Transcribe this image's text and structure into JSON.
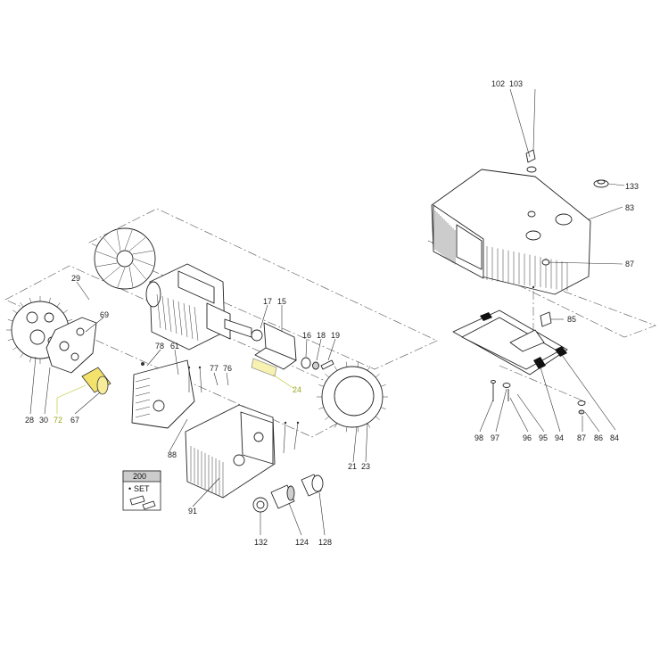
{
  "diagram": {
    "callouts": {
      "c102": "102",
      "c103": "103",
      "c133": "133",
      "c83": "83",
      "c87a": "87",
      "c85": "85",
      "c84": "84",
      "c86": "86",
      "c87b": "87",
      "c94": "94",
      "c95": "95",
      "c96": "96",
      "c97": "97",
      "c98": "98",
      "c29": "29",
      "c69": "69",
      "c17": "17",
      "c15": "15",
      "c16": "16",
      "c18": "18",
      "c19": "19",
      "c24": "24",
      "c78": "78",
      "c61": "61",
      "c77": "77",
      "c76": "76",
      "c28": "28",
      "c30": "30",
      "c72": "72",
      "c67": "67",
      "c88": "88",
      "c91": "91",
      "c21": "21",
      "c23": "23",
      "c132": "132",
      "c124": "124",
      "c128": "128"
    },
    "kit_box": {
      "number": "200",
      "set_label": "SET",
      "bullet": "•"
    },
    "highlight_color": "#b9c21f"
  }
}
